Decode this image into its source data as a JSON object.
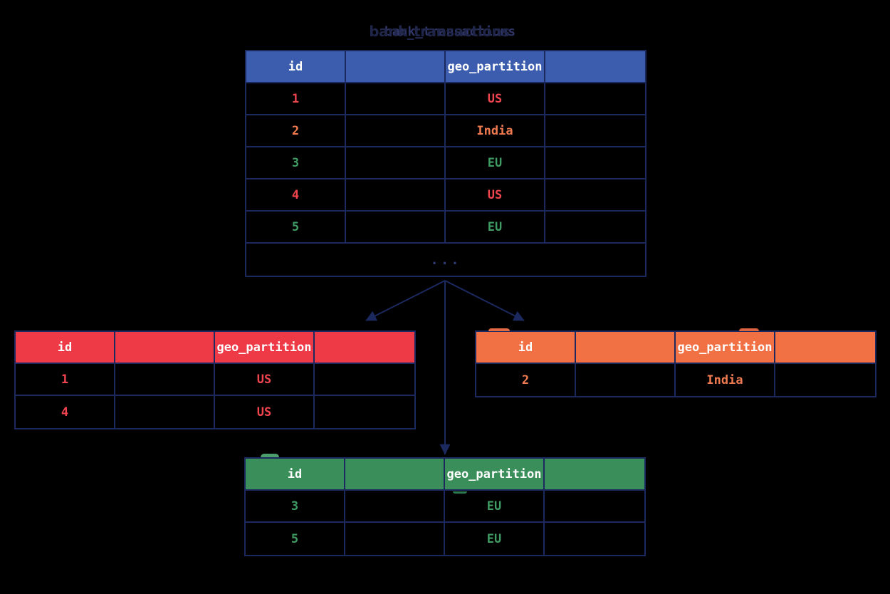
{
  "title": "bank_transactions",
  "colors": {
    "background": "#000000",
    "border": "#1b295e",
    "arrow": "#1b295e",
    "header_blue": "#3c5cae",
    "red": "#ee3a46",
    "red_text": "#f0454f",
    "orange": "#f27144",
    "orange_text": "#f07b50",
    "green": "#3a8e5a",
    "green_text": "#3f9c64",
    "header_text": "#ffffff",
    "title_dark": "#20254a",
    "title_light": "#2f3566",
    "ellipsis": "#2e3a70"
  },
  "main_table": {
    "columns": [
      "id",
      "",
      "geo_partition",
      ""
    ],
    "rows": [
      {
        "id": "1",
        "geo_partition": "US",
        "theme": "red"
      },
      {
        "id": "2",
        "geo_partition": "India",
        "theme": "orange"
      },
      {
        "id": "3",
        "geo_partition": "EU",
        "theme": "green"
      },
      {
        "id": "4",
        "geo_partition": "US",
        "theme": "red"
      },
      {
        "id": "5",
        "geo_partition": "EU",
        "theme": "green"
      }
    ],
    "ellipsis": "..."
  },
  "partitions": [
    {
      "theme": "red",
      "columns": [
        "id",
        "",
        "geo_partition",
        ""
      ],
      "rows": [
        {
          "id": "1",
          "geo_partition": "US"
        },
        {
          "id": "4",
          "geo_partition": "US"
        }
      ]
    },
    {
      "theme": "orange",
      "columns": [
        "id",
        "",
        "geo_partition",
        ""
      ],
      "rows": [
        {
          "id": "2",
          "geo_partition": "India"
        }
      ]
    },
    {
      "theme": "green",
      "columns": [
        "id",
        "",
        "geo_partition",
        ""
      ],
      "rows": [
        {
          "id": "3",
          "geo_partition": "EU"
        },
        {
          "id": "5",
          "geo_partition": "EU"
        }
      ]
    }
  ]
}
